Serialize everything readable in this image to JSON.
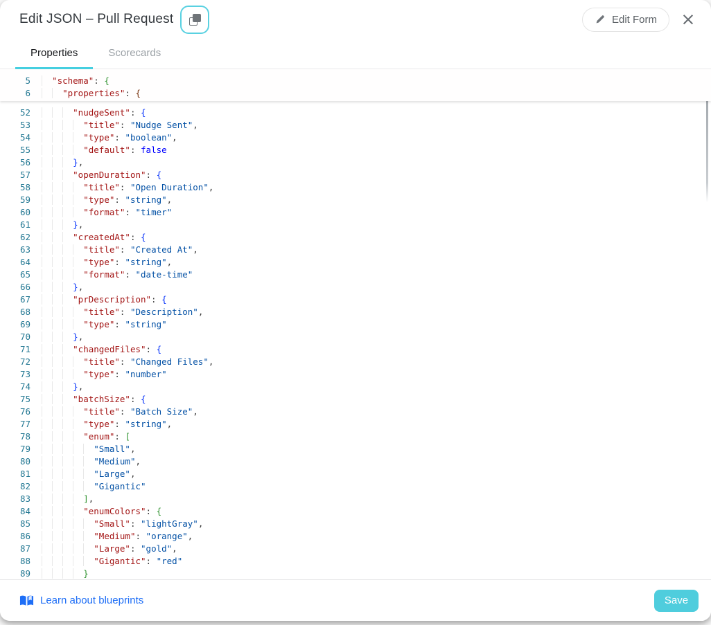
{
  "header": {
    "title": "Edit JSON – Pull Request",
    "edit_form_label": "Edit Form",
    "close_glyph": "×"
  },
  "tabs": [
    {
      "label": "Properties",
      "active": true
    },
    {
      "label": "Scorecards",
      "active": false
    }
  ],
  "editor": {
    "sticky_lines": [
      {
        "n": 5,
        "i": 2,
        "t": [
          [
            "k",
            "\"schema\""
          ],
          [
            "p",
            ": "
          ],
          [
            "b2",
            "{"
          ]
        ]
      },
      {
        "n": 6,
        "i": 4,
        "t": [
          [
            "k",
            "\"properties\""
          ],
          [
            "p",
            ": "
          ],
          [
            "b3",
            "{"
          ]
        ]
      }
    ],
    "lines": [
      {
        "n": 52,
        "i": 6,
        "t": [
          [
            "k",
            "\"nudgeSent\""
          ],
          [
            "p",
            ": "
          ],
          [
            "b1",
            "{"
          ]
        ]
      },
      {
        "n": 53,
        "i": 8,
        "t": [
          [
            "k",
            "\"title\""
          ],
          [
            "p",
            ": "
          ],
          [
            "s",
            "\"Nudge Sent\""
          ],
          [
            "p",
            ","
          ]
        ]
      },
      {
        "n": 54,
        "i": 8,
        "t": [
          [
            "k",
            "\"type\""
          ],
          [
            "p",
            ": "
          ],
          [
            "s",
            "\"boolean\""
          ],
          [
            "p",
            ","
          ]
        ]
      },
      {
        "n": 55,
        "i": 8,
        "t": [
          [
            "k",
            "\"default\""
          ],
          [
            "p",
            ": "
          ],
          [
            "kw",
            "false"
          ]
        ]
      },
      {
        "n": 56,
        "i": 6,
        "t": [
          [
            "b1",
            "}"
          ],
          [
            "p",
            ","
          ]
        ]
      },
      {
        "n": 57,
        "i": 6,
        "t": [
          [
            "k",
            "\"openDuration\""
          ],
          [
            "p",
            ": "
          ],
          [
            "b1",
            "{"
          ]
        ]
      },
      {
        "n": 58,
        "i": 8,
        "t": [
          [
            "k",
            "\"title\""
          ],
          [
            "p",
            ": "
          ],
          [
            "s",
            "\"Open Duration\""
          ],
          [
            "p",
            ","
          ]
        ]
      },
      {
        "n": 59,
        "i": 8,
        "t": [
          [
            "k",
            "\"type\""
          ],
          [
            "p",
            ": "
          ],
          [
            "s",
            "\"string\""
          ],
          [
            "p",
            ","
          ]
        ]
      },
      {
        "n": 60,
        "i": 8,
        "t": [
          [
            "k",
            "\"format\""
          ],
          [
            "p",
            ": "
          ],
          [
            "s",
            "\"timer\""
          ]
        ]
      },
      {
        "n": 61,
        "i": 6,
        "t": [
          [
            "b1",
            "}"
          ],
          [
            "p",
            ","
          ]
        ]
      },
      {
        "n": 62,
        "i": 6,
        "t": [
          [
            "k",
            "\"createdAt\""
          ],
          [
            "p",
            ": "
          ],
          [
            "b1",
            "{"
          ]
        ]
      },
      {
        "n": 63,
        "i": 8,
        "t": [
          [
            "k",
            "\"title\""
          ],
          [
            "p",
            ": "
          ],
          [
            "s",
            "\"Created At\""
          ],
          [
            "p",
            ","
          ]
        ]
      },
      {
        "n": 64,
        "i": 8,
        "t": [
          [
            "k",
            "\"type\""
          ],
          [
            "p",
            ": "
          ],
          [
            "s",
            "\"string\""
          ],
          [
            "p",
            ","
          ]
        ]
      },
      {
        "n": 65,
        "i": 8,
        "t": [
          [
            "k",
            "\"format\""
          ],
          [
            "p",
            ": "
          ],
          [
            "s",
            "\"date-time\""
          ]
        ]
      },
      {
        "n": 66,
        "i": 6,
        "t": [
          [
            "b1",
            "}"
          ],
          [
            "p",
            ","
          ]
        ]
      },
      {
        "n": 67,
        "i": 6,
        "t": [
          [
            "k",
            "\"prDescription\""
          ],
          [
            "p",
            ": "
          ],
          [
            "b1",
            "{"
          ]
        ]
      },
      {
        "n": 68,
        "i": 8,
        "t": [
          [
            "k",
            "\"title\""
          ],
          [
            "p",
            ": "
          ],
          [
            "s",
            "\"Description\""
          ],
          [
            "p",
            ","
          ]
        ]
      },
      {
        "n": 69,
        "i": 8,
        "t": [
          [
            "k",
            "\"type\""
          ],
          [
            "p",
            ": "
          ],
          [
            "s",
            "\"string\""
          ]
        ]
      },
      {
        "n": 70,
        "i": 6,
        "t": [
          [
            "b1",
            "}"
          ],
          [
            "p",
            ","
          ]
        ]
      },
      {
        "n": 71,
        "i": 6,
        "t": [
          [
            "k",
            "\"changedFiles\""
          ],
          [
            "p",
            ": "
          ],
          [
            "b1",
            "{"
          ]
        ]
      },
      {
        "n": 72,
        "i": 8,
        "t": [
          [
            "k",
            "\"title\""
          ],
          [
            "p",
            ": "
          ],
          [
            "s",
            "\"Changed Files\""
          ],
          [
            "p",
            ","
          ]
        ]
      },
      {
        "n": 73,
        "i": 8,
        "t": [
          [
            "k",
            "\"type\""
          ],
          [
            "p",
            ": "
          ],
          [
            "s",
            "\"number\""
          ]
        ]
      },
      {
        "n": 74,
        "i": 6,
        "t": [
          [
            "b1",
            "}"
          ],
          [
            "p",
            ","
          ]
        ]
      },
      {
        "n": 75,
        "i": 6,
        "t": [
          [
            "k",
            "\"batchSize\""
          ],
          [
            "p",
            ": "
          ],
          [
            "b1",
            "{"
          ]
        ]
      },
      {
        "n": 76,
        "i": 8,
        "t": [
          [
            "k",
            "\"title\""
          ],
          [
            "p",
            ": "
          ],
          [
            "s",
            "\"Batch Size\""
          ],
          [
            "p",
            ","
          ]
        ]
      },
      {
        "n": 77,
        "i": 8,
        "t": [
          [
            "k",
            "\"type\""
          ],
          [
            "p",
            ": "
          ],
          [
            "s",
            "\"string\""
          ],
          [
            "p",
            ","
          ]
        ]
      },
      {
        "n": 78,
        "i": 8,
        "t": [
          [
            "k",
            "\"enum\""
          ],
          [
            "p",
            ": "
          ],
          [
            "b2",
            "["
          ]
        ]
      },
      {
        "n": 79,
        "i": 10,
        "t": [
          [
            "s",
            "\"Small\""
          ],
          [
            "p",
            ","
          ]
        ]
      },
      {
        "n": 80,
        "i": 10,
        "t": [
          [
            "s",
            "\"Medium\""
          ],
          [
            "p",
            ","
          ]
        ]
      },
      {
        "n": 81,
        "i": 10,
        "t": [
          [
            "s",
            "\"Large\""
          ],
          [
            "p",
            ","
          ]
        ]
      },
      {
        "n": 82,
        "i": 10,
        "t": [
          [
            "s",
            "\"Gigantic\""
          ]
        ]
      },
      {
        "n": 83,
        "i": 8,
        "t": [
          [
            "b2",
            "]"
          ],
          [
            "p",
            ","
          ]
        ]
      },
      {
        "n": 84,
        "i": 8,
        "t": [
          [
            "k",
            "\"enumColors\""
          ],
          [
            "p",
            ": "
          ],
          [
            "b2",
            "{"
          ]
        ]
      },
      {
        "n": 85,
        "i": 10,
        "t": [
          [
            "k",
            "\"Small\""
          ],
          [
            "p",
            ": "
          ],
          [
            "s",
            "\"lightGray\""
          ],
          [
            "p",
            ","
          ]
        ]
      },
      {
        "n": 86,
        "i": 10,
        "t": [
          [
            "k",
            "\"Medium\""
          ],
          [
            "p",
            ": "
          ],
          [
            "s",
            "\"orange\""
          ],
          [
            "p",
            ","
          ]
        ]
      },
      {
        "n": 87,
        "i": 10,
        "t": [
          [
            "k",
            "\"Large\""
          ],
          [
            "p",
            ": "
          ],
          [
            "s",
            "\"gold\""
          ],
          [
            "p",
            ","
          ]
        ]
      },
      {
        "n": 88,
        "i": 10,
        "t": [
          [
            "k",
            "\"Gigantic\""
          ],
          [
            "p",
            ": "
          ],
          [
            "s",
            "\"red\""
          ]
        ]
      },
      {
        "n": 89,
        "i": 8,
        "t": [
          [
            "b2",
            "}"
          ]
        ]
      }
    ]
  },
  "footer": {
    "link_label": "Learn about blueprints",
    "save_label": "Save"
  },
  "colors": {
    "accent_teal": "#4fcddd",
    "link_blue": "#1e6ef6",
    "line_number": "#237893",
    "json_key": "#a31515",
    "json_string": "#0451a5",
    "json_keyword": "#0000ff",
    "bracket_level_blue": "#0431fa",
    "bracket_level_green": "#319331",
    "bracket_level_brown": "#7b3814"
  }
}
